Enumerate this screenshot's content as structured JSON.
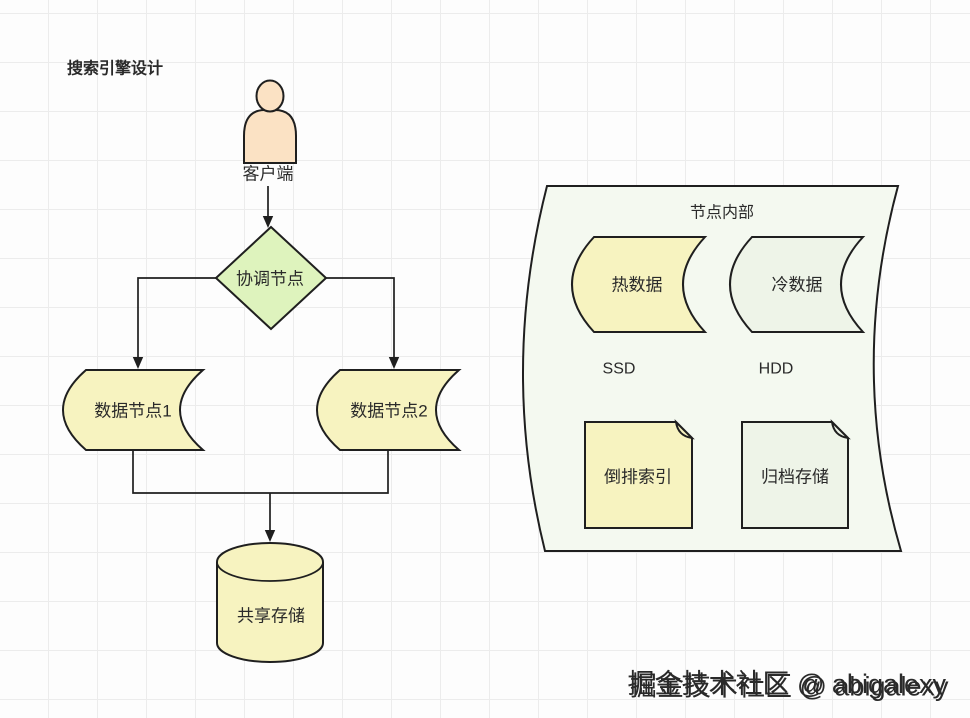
{
  "diagram": {
    "title": "搜索引擎设计",
    "nodes": {
      "client": "客户端",
      "coordinator": "协调节点",
      "data_node_1": "数据节点1",
      "data_node_2": "数据节点2",
      "shared_storage": "共享存储",
      "hot_data": "热数据",
      "cold_data": "冷数据",
      "inverted_index": "倒排索引",
      "archive_storage": "归档存储"
    },
    "container_label": "节点内部",
    "edge_labels": {
      "ssd": "SSD",
      "hdd": "HDD"
    },
    "colors": {
      "yellow_fill": "#f7f3c0",
      "diamond_green_fill": "#def3bd",
      "light_green_fill": "#eef4e8",
      "container_fill": "#f4f9f0",
      "peach_fill": "#fbe2c4",
      "stroke": "#1f1f1f",
      "grid": "#ececec",
      "watermark_shadow": "#8a968a",
      "watermark_front": "#fbfbfb"
    },
    "watermark": "掘金技术社区 @ abigalexy"
  }
}
